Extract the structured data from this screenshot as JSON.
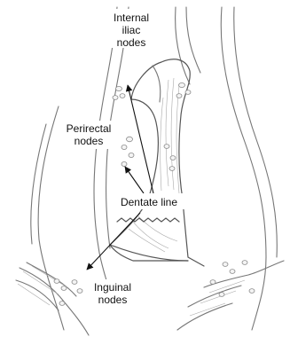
{
  "labels": {
    "internal_iliac": [
      "Internal",
      "iliac",
      "nodes"
    ],
    "perirectal": [
      "Perirectal",
      "nodes"
    ],
    "dentate_line": "Dentate line",
    "inguinal": [
      "Inguinal",
      "nodes"
    ]
  },
  "colors": {
    "ink": "#111111",
    "sketch": "#777777",
    "node_fill": "#f4f4f4"
  }
}
